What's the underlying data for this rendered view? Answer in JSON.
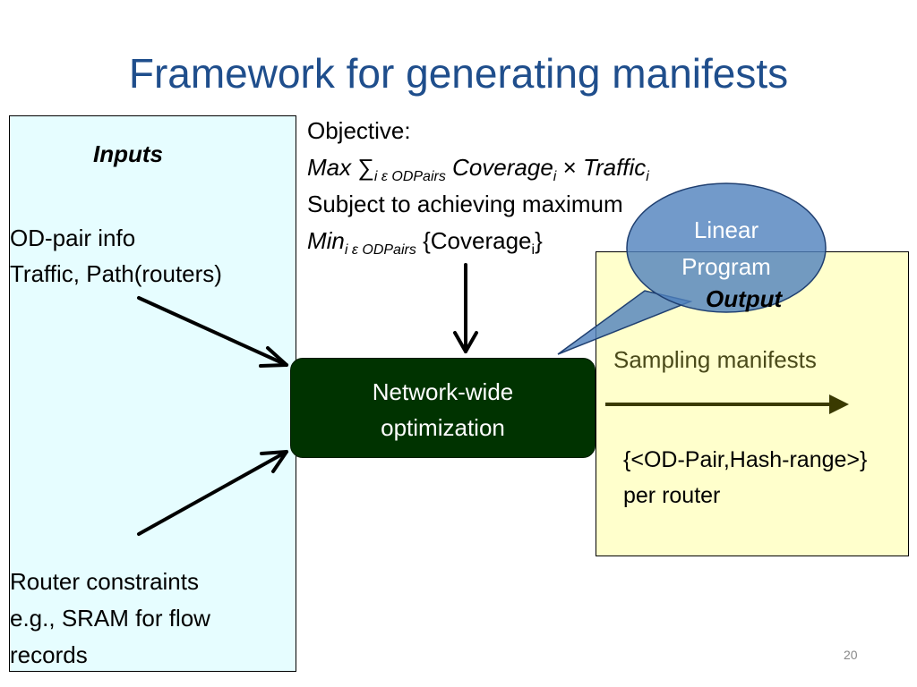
{
  "slide": {
    "title": "Framework for generating manifests",
    "page_number": "20"
  },
  "inputs": {
    "heading": "Inputs",
    "od_line1": "OD-pair info",
    "od_line2": "Traffic, Path(routers)",
    "rc_line1": "Router constraints",
    "rc_line2": "e.g., SRAM for flow",
    "rc_line3": "records"
  },
  "objective": {
    "label": "Objective:",
    "max_word": "Max ",
    "sigma": "∑",
    "max_sub": "i ε ODPairs",
    "coverage": " Coverage",
    "coverage_sub": "i",
    "times": " × ",
    "traffic": "Traffic",
    "traffic_sub": "i",
    "subject": "Subject to achieving maximum",
    "min_word": "Min",
    "min_sub": "i ε ODPairs",
    "min_expr_a": " {Coverage",
    "min_expr_sub": "i",
    "min_expr_b": "}"
  },
  "callout": {
    "line1": "Linear",
    "line2": "Program"
  },
  "optimization": {
    "line1": "Network-wide",
    "line2": "optimization"
  },
  "output": {
    "heading": "Output",
    "sampling": "Sampling manifests",
    "manifest_line1": "{<OD-Pair,Hash-range>}",
    "manifest_line2": "per router"
  },
  "colors": {
    "title": "#1f4e8c",
    "inputs_bg": "#e6fdff",
    "output_bg": "#ffffcc",
    "opt_bg": "#003300",
    "callout_fill": "#4f81bd",
    "output_arrow": "#3a3a00",
    "output_text": "#4a4a1a"
  }
}
